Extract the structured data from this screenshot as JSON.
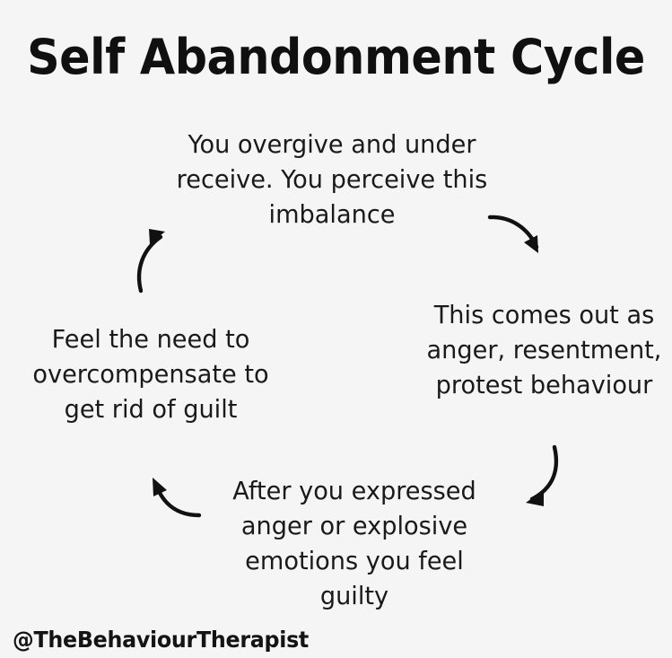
{
  "background_color": "#f5f5f5",
  "text_color": "#1a1a1a",
  "title": "Self Abandonment Cycle",
  "handle": "@TheBehaviourTherapist",
  "cycle": {
    "steps": [
      {
        "id": "overgive",
        "position": "top",
        "text": "You overgive and under receive. You perceive this imbalance"
      },
      {
        "id": "anger",
        "position": "right",
        "text": "This comes out as anger, resentment, protest behaviour"
      },
      {
        "id": "guilt",
        "position": "bottom",
        "text": "After you expressed anger or explosive emotions you feel guilty"
      },
      {
        "id": "overcompensate",
        "position": "left",
        "text": "Feel the need to overcompensate to get rid of guilt"
      }
    ],
    "arrows": [
      {
        "id": "top-right",
        "from": "overgive",
        "to": "anger",
        "direction": "down-right"
      },
      {
        "id": "bottom-right",
        "from": "anger",
        "to": "guilt",
        "direction": "down-left"
      },
      {
        "id": "bottom-left",
        "from": "guilt",
        "to": "overcompensate",
        "direction": "up-left"
      },
      {
        "id": "top-left",
        "from": "overcompensate",
        "to": "overgive",
        "direction": "up-right"
      }
    ]
  }
}
